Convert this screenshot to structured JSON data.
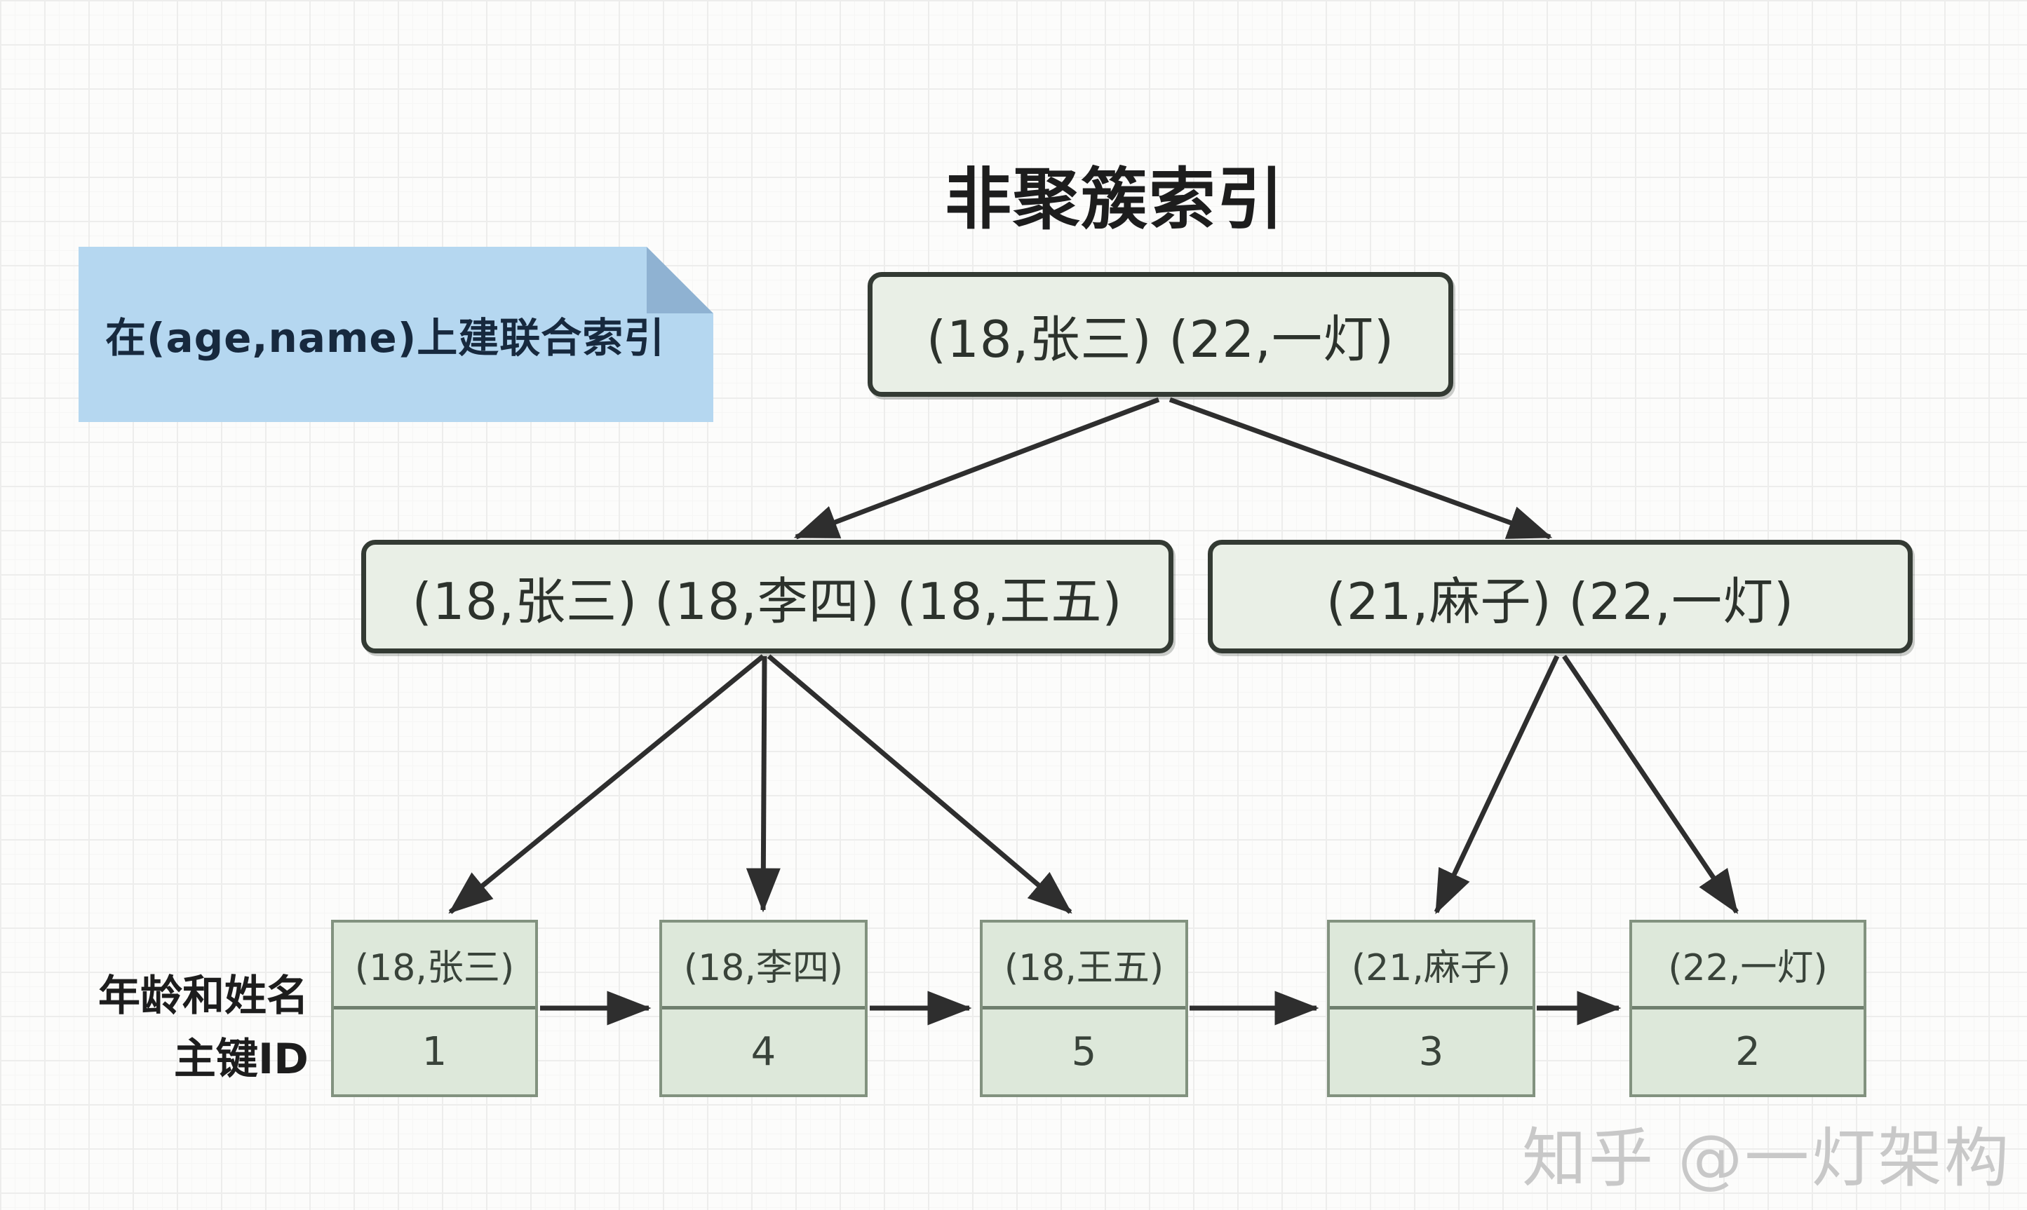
{
  "page": {
    "title": "非聚簇索引",
    "note": "在(age,name)上建联合索引",
    "watermark": "知乎 @一灯架构"
  },
  "row_labels": {
    "top": "年龄和姓名",
    "bottom": "主键ID"
  },
  "tree": {
    "root": {
      "label": "(18,张三) (22,一灯)"
    },
    "internal": [
      {
        "label": "(18,张三) (18,李四) (18,王五)"
      },
      {
        "label": "(21,麻子) (22,一灯)"
      }
    ],
    "leaves": [
      {
        "key": "(18,张三)",
        "id": "1"
      },
      {
        "key": "(18,李四)",
        "id": "4"
      },
      {
        "key": "(18,王五)",
        "id": "5"
      },
      {
        "key": "(21,麻子)",
        "id": "3"
      },
      {
        "key": "(22,一灯)",
        "id": "2"
      }
    ]
  },
  "colors": {
    "node_fill": "#e9efe6",
    "node_border": "#333a33",
    "leaf_fill": "#dde8da",
    "leaf_border": "#82927f",
    "note_fill": "#b5d7f0",
    "note_fold": "#8fb2d2",
    "arrow": "#2e2e2e",
    "grid_line": "#ededec",
    "watermark": "#c8c8c8"
  }
}
